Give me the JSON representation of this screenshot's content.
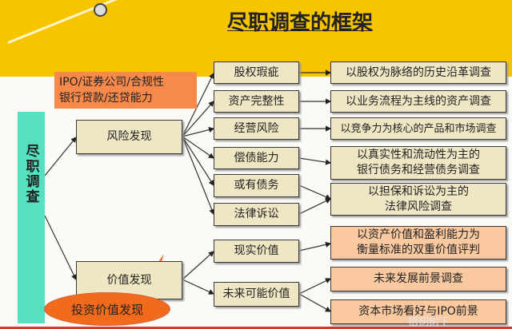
{
  "title": "尽职调查的框架",
  "root": "尽职调查",
  "callout": [
    "IPO/证券公司/合规性",
    "银行贷款/还贷能力"
  ],
  "bubble": "投资价值发现",
  "branches": {
    "risk": "风险发现",
    "value": "价值发现"
  },
  "risk_items": [
    {
      "label": "股权瑕疵",
      "detail": "以股权为脉络的历史沿革调查"
    },
    {
      "label": "资产完整性",
      "detail": "以业务流程为主线的资产调查"
    },
    {
      "label": "经营风险",
      "detail": "以竞争力为核心的产品和市场调查"
    },
    {
      "label": "偿债能力",
      "detail": "以真实性和流动性为主的\n银行债务和经营债务调查"
    },
    {
      "label": "或有债务",
      "detail": "以担保和诉讼为主的\n法律风险调查"
    },
    {
      "label": "法律诉讼"
    }
  ],
  "value_items": [
    {
      "label": "现实价值",
      "detail": "以资产价值和盈利能力为\n衡量标准的双重价值评判"
    },
    {
      "label": "未来可能价值",
      "details": [
        "未来发展前景调查",
        "资本市场看好与IPO前景"
      ]
    }
  ],
  "watermark": "梧桐树下"
}
